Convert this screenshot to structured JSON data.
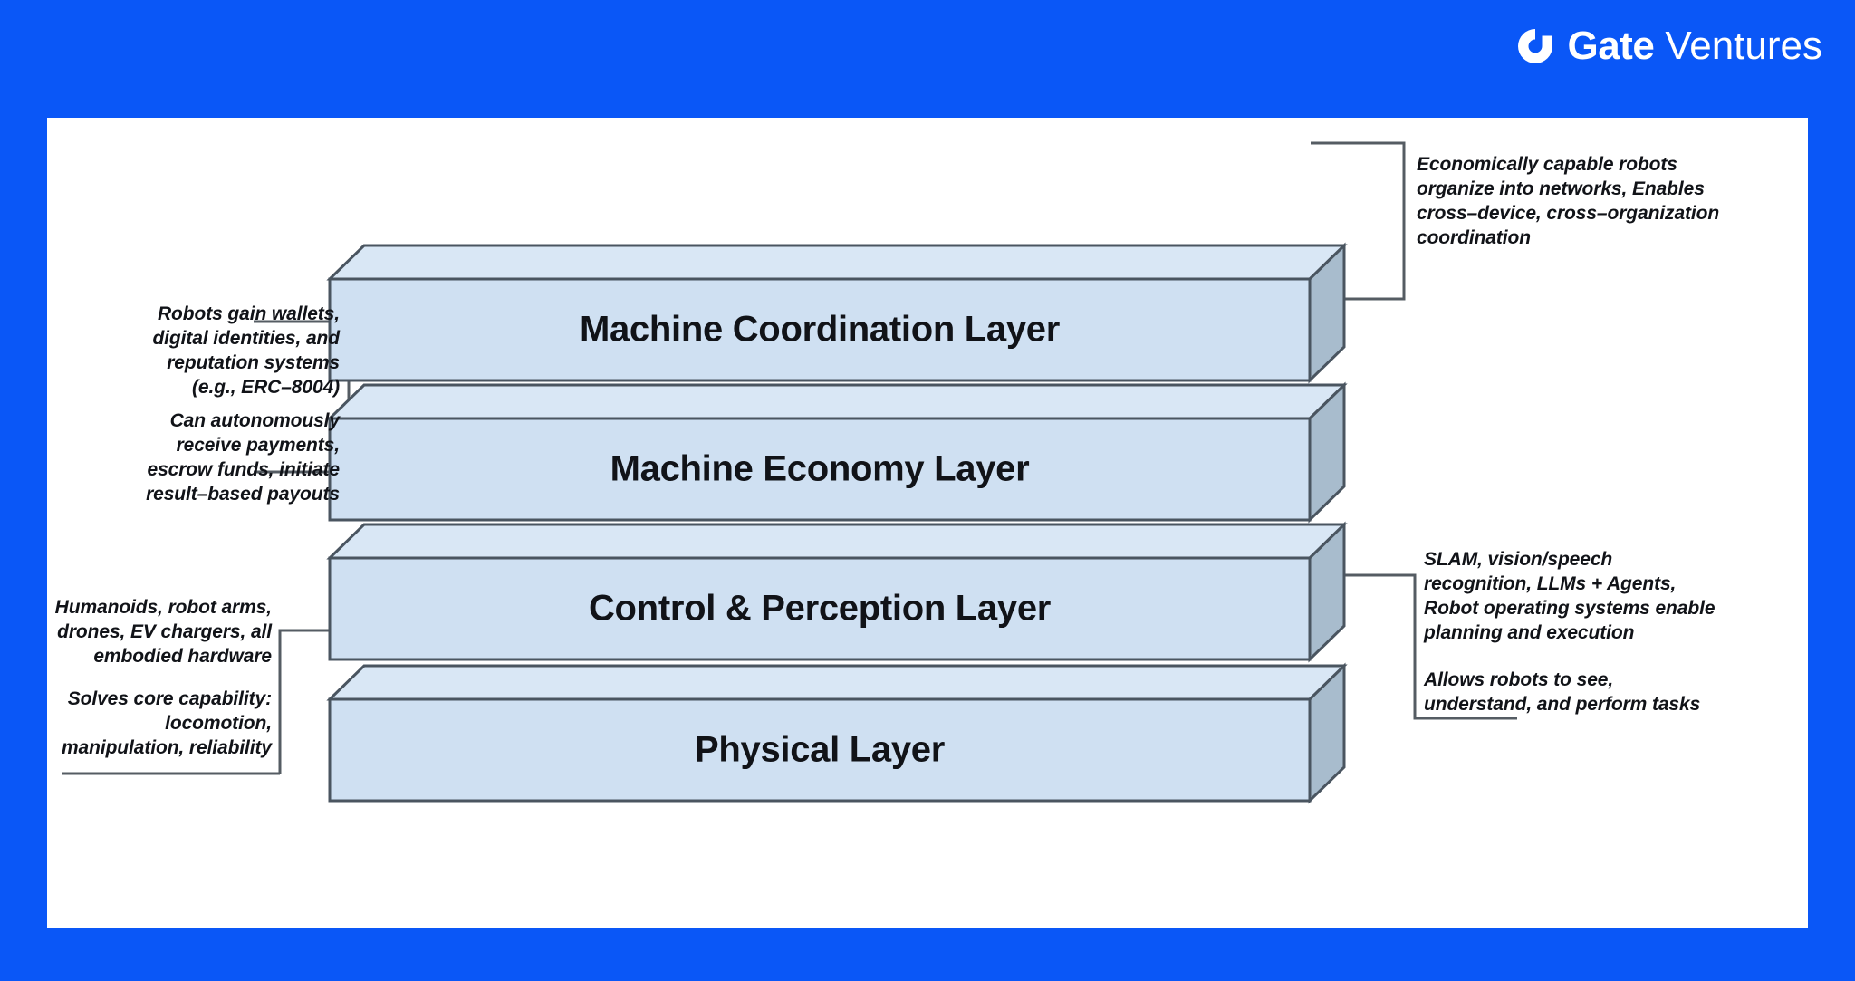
{
  "brand": {
    "mark_icon": "gate-circle-logo-icon",
    "name_bold": "Gate",
    "name_light": "Ventures",
    "color": "#ffffff"
  },
  "theme": {
    "background": "#0a57f7",
    "panel": "#ffffff",
    "slab_front": "#cfe0f2",
    "slab_top": "#d9e7f5",
    "slab_side": "#a8bccd",
    "slab_stroke": "#4a5560",
    "connector": "#555c63",
    "text": "#111318"
  },
  "diagram": {
    "title_stack": "Robotics / machine economy layered stack",
    "layers": [
      {
        "id": "machine-coordination",
        "label": "Machine Coordination Layer"
      },
      {
        "id": "machine-economy",
        "label": "Machine Economy Layer"
      },
      {
        "id": "control-perception",
        "label": "Control & Perception Layer"
      },
      {
        "id": "physical",
        "label": "Physical Layer"
      }
    ],
    "annotations": [
      {
        "id": "anno-coordination-right",
        "side": "right",
        "align": "left",
        "text": "Economically capable robots\norganize into networks, Enables\ncross–device, cross–organization\ncoordination"
      },
      {
        "id": "anno-economy-left-a",
        "side": "left",
        "align": "right",
        "text": "Robots gain wallets,\ndigital identities, and\nreputation systems\n(e.g., ERC–8004)"
      },
      {
        "id": "anno-economy-left-b",
        "side": "left",
        "align": "right",
        "text": "Can autonomously\nreceive payments,\nescrow funds, initiate\nresult–based payouts"
      },
      {
        "id": "anno-control-right-a",
        "side": "right",
        "align": "left",
        "text": "SLAM, vision/speech\nrecognition, LLMs + Agents,\nRobot operating systems enable\nplanning and execution"
      },
      {
        "id": "anno-control-right-b",
        "side": "right",
        "align": "left",
        "text": "Allows robots to see,\nunderstand, and perform tasks"
      },
      {
        "id": "anno-physical-left-a",
        "side": "left",
        "align": "right",
        "text": "Humanoids, robot arms,\ndrones, EV chargers, all\nembodied hardware"
      },
      {
        "id": "anno-physical-left-b",
        "side": "left",
        "align": "right",
        "text": "Solves core capability:\nlocomotion,\nmanipulation, reliability"
      }
    ]
  }
}
